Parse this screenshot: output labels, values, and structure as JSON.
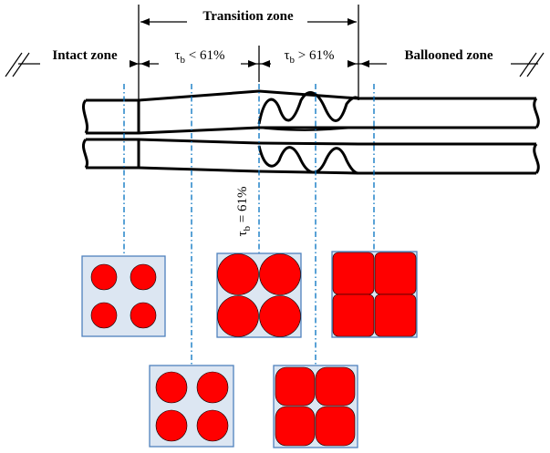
{
  "zones": {
    "transition": "Transition zone",
    "intact": "Intact zone",
    "ballooned": "Ballooned zone"
  },
  "ranges": {
    "below": {
      "symbol": "τ",
      "subscript": "b",
      "relation": " < 61%"
    },
    "above": {
      "symbol": "τ",
      "subscript": "b",
      "relation": " > 61%"
    },
    "at": {
      "symbol": "τ",
      "subscript": "b",
      "relation": " = 61%"
    }
  },
  "colors": {
    "fiber": "#ff0000",
    "cell_fill": "#dce6f2",
    "cell_border": "#4f81bd",
    "guide_line": "#0070c0",
    "outline": "#000000"
  }
}
